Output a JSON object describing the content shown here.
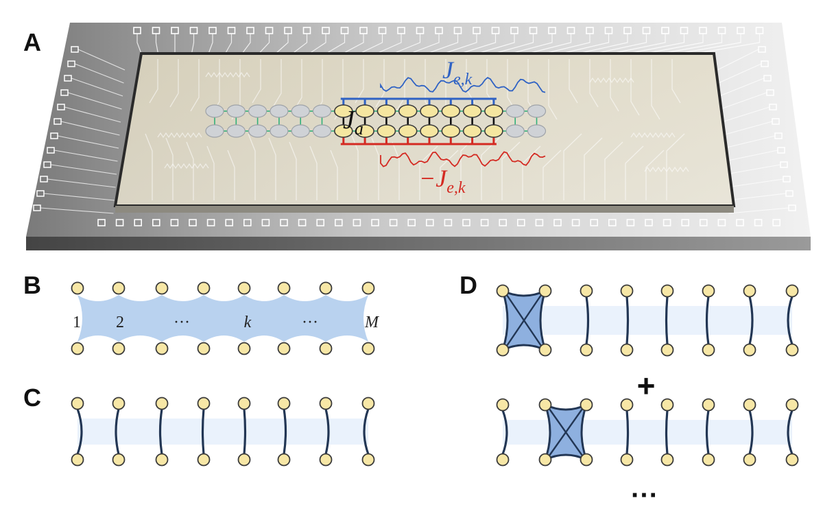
{
  "panels": {
    "a": {
      "letter": "A",
      "coupling_label": "Ja",
      "coupling_label_parts": {
        "base": "J",
        "sub": "a"
      },
      "pos_label_parts": {
        "base": "J",
        "sub": "e,k"
      },
      "neg_label_parts": {
        "prefix": "−",
        "base": "J",
        "sub": "e,k"
      },
      "pos_color": "#2f62c4",
      "neg_color": "#d42a22",
      "active_qubit_color": "#f5e6a0",
      "idle_qubit_color": "#cfd2d6",
      "qubits_per_row": 16,
      "active_range": [
        6,
        13
      ]
    },
    "b": {
      "letter": "B",
      "rung_labels": [
        "1",
        "2",
        "···",
        "k",
        "···",
        "M"
      ],
      "band_color": "#b9d2ef"
    },
    "c": {
      "letter": "C"
    },
    "d": {
      "letter": "D",
      "plus": "+",
      "ellipsis": "···"
    }
  },
  "colors": {
    "qubit_fill": "#f7e7a6",
    "qubit_stroke": "#3a3a3a",
    "link": "#223654",
    "faint_band": "#eaf2fc"
  }
}
